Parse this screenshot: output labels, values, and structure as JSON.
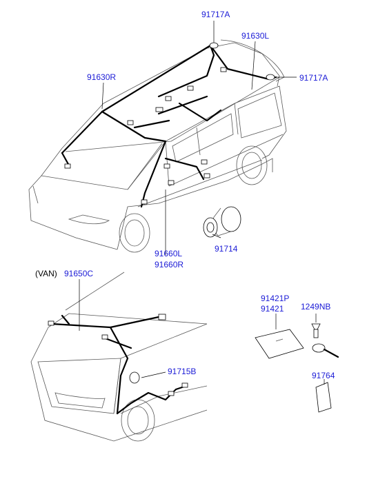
{
  "callouts": {
    "p91717a_top": "91717A",
    "p91630l": "91630L",
    "p91630r": "91630R",
    "p91717a_right": "91717A",
    "p91714": "91714",
    "p91660l": "91660L",
    "p91660r": "91660R",
    "van_label": "(VAN)",
    "p91650c": "91650C",
    "p91421p": "91421P",
    "p91421": "91421",
    "p1249nb": "1249NB",
    "p91715b": "91715B",
    "p91764": "91764"
  },
  "colors": {
    "part_number": "#1a1ad6",
    "line": "#000000"
  }
}
